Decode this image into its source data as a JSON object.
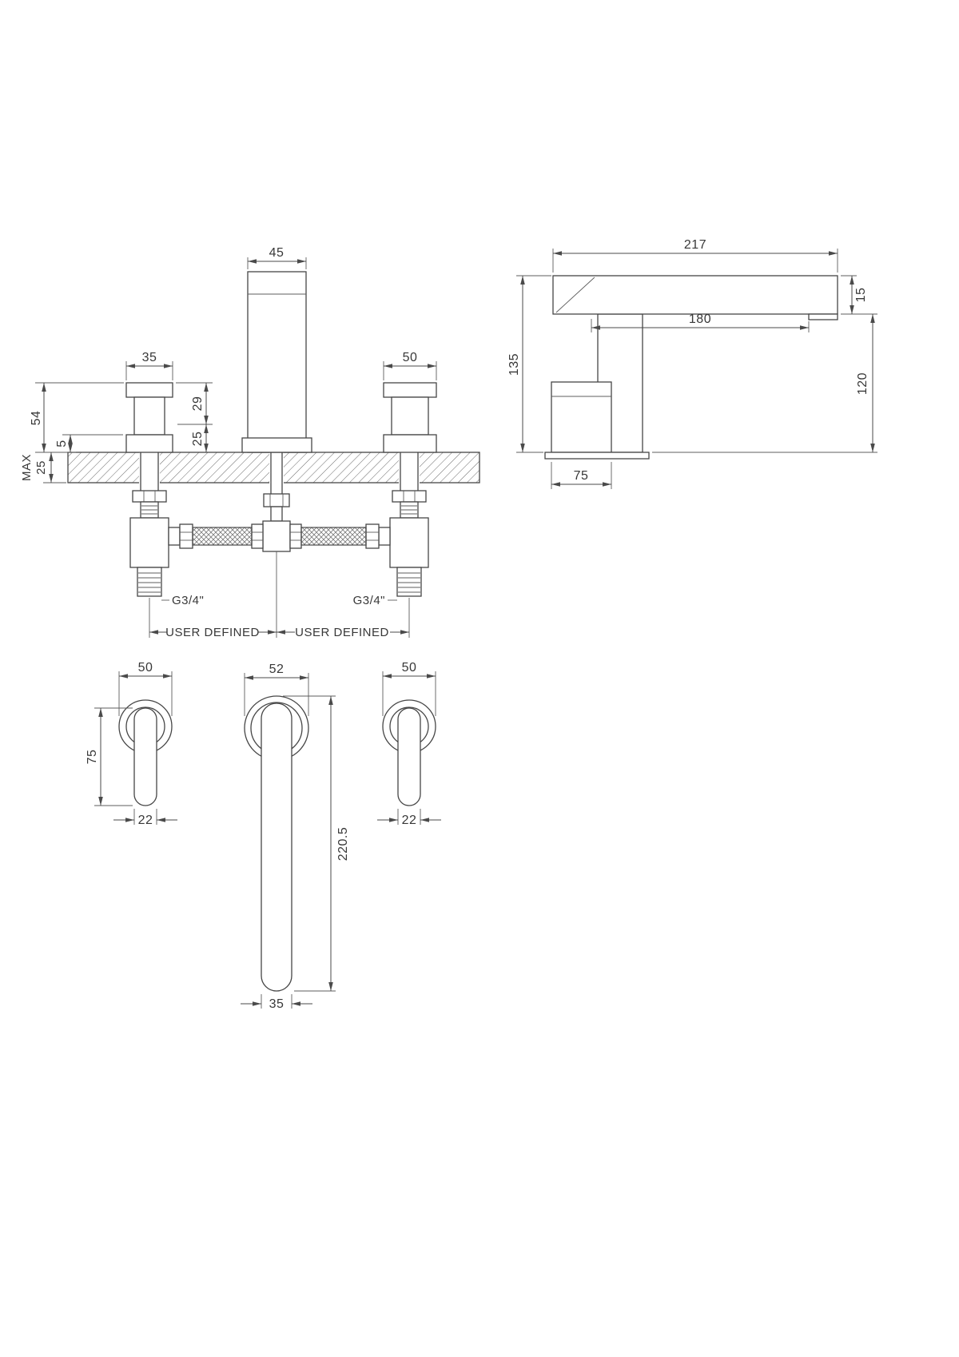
{
  "views": {
    "front": {
      "dims": {
        "spout_width": "45",
        "left_handle_width": "35",
        "right_handle_width": "50",
        "handle_total_height": "54",
        "base_ring_height": "5",
        "handle_upper_height": "29",
        "handle_lower_height": "25",
        "deck_max_word": "MAX",
        "deck_max_value": "25"
      },
      "labels": {
        "left_thread": "G3/4\"",
        "right_thread": "G3/4\"",
        "left_hose": "USER DEFINED",
        "right_hose": "USER DEFINED"
      }
    },
    "side": {
      "dims": {
        "spout_total_reach": "217",
        "spout_reach": "180",
        "spout_tip_height": "15",
        "total_height": "135",
        "height_above_deck": "120",
        "body_depth": "75"
      }
    },
    "plan": {
      "left_handle": {
        "diameter": "50",
        "lever_length": "75",
        "lever_width": "22"
      },
      "spout": {
        "diameter": "52",
        "total_length": "220.5",
        "tip_width": "35"
      },
      "right_handle": {
        "diameter": "50",
        "lever_width": "22"
      }
    }
  }
}
